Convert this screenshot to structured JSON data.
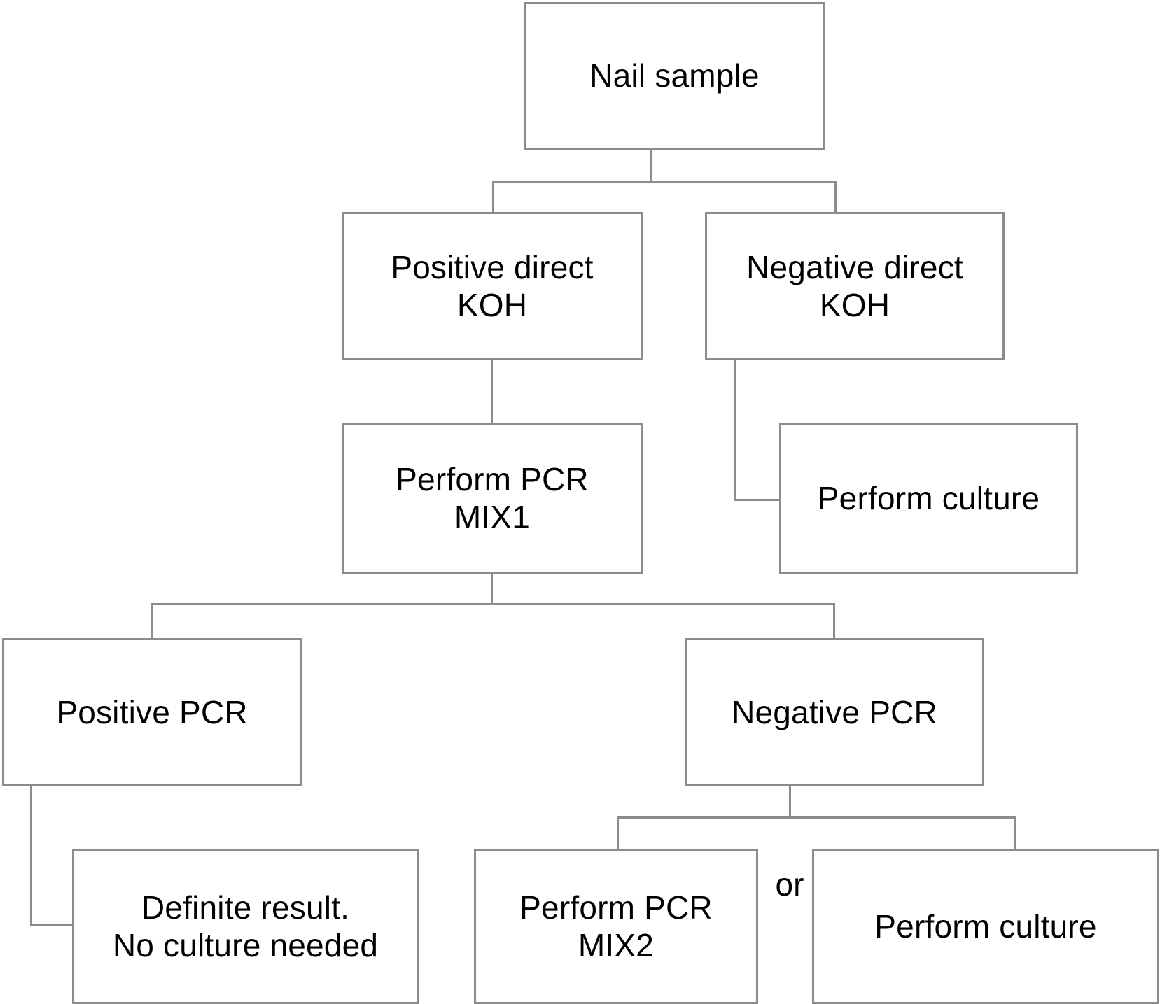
{
  "diagram": {
    "title": "Nail sample diagnostic algorithm flowchart",
    "type": "flowchart",
    "colors": {
      "box_border": "#8c8c8c",
      "connector": "#8c8c8c",
      "text": "#000000",
      "background": "#ffffff"
    },
    "nodes": [
      {
        "id": "nail-sample",
        "label": "Nail sample"
      },
      {
        "id": "positive-koh",
        "label": "Positive direct\nKOH"
      },
      {
        "id": "negative-koh",
        "label": "Negative direct\nKOH"
      },
      {
        "id": "perform-pcr-mix1",
        "label": "Perform PCR\nMIX1"
      },
      {
        "id": "perform-culture-1",
        "label": "Perform culture"
      },
      {
        "id": "positive-pcr",
        "label": "Positive PCR"
      },
      {
        "id": "negative-pcr",
        "label": "Negative PCR"
      },
      {
        "id": "definite-result",
        "label": "Definite result.\nNo culture needed"
      },
      {
        "id": "perform-pcr-mix2",
        "label": "Perform PCR\nMIX2"
      },
      {
        "id": "perform-culture-2",
        "label": "Perform culture"
      }
    ],
    "connector_labels": [
      {
        "id": "or-label",
        "text": "or"
      }
    ],
    "edges": [
      {
        "from": "nail-sample",
        "to": "positive-koh"
      },
      {
        "from": "nail-sample",
        "to": "negative-koh"
      },
      {
        "from": "positive-koh",
        "to": "perform-pcr-mix1"
      },
      {
        "from": "negative-koh",
        "to": "perform-culture-1"
      },
      {
        "from": "perform-pcr-mix1",
        "to": "positive-pcr"
      },
      {
        "from": "perform-pcr-mix1",
        "to": "negative-pcr"
      },
      {
        "from": "positive-pcr",
        "to": "definite-result"
      },
      {
        "from": "negative-pcr",
        "to": "perform-pcr-mix2"
      },
      {
        "from": "negative-pcr",
        "to": "perform-culture-2"
      }
    ]
  }
}
